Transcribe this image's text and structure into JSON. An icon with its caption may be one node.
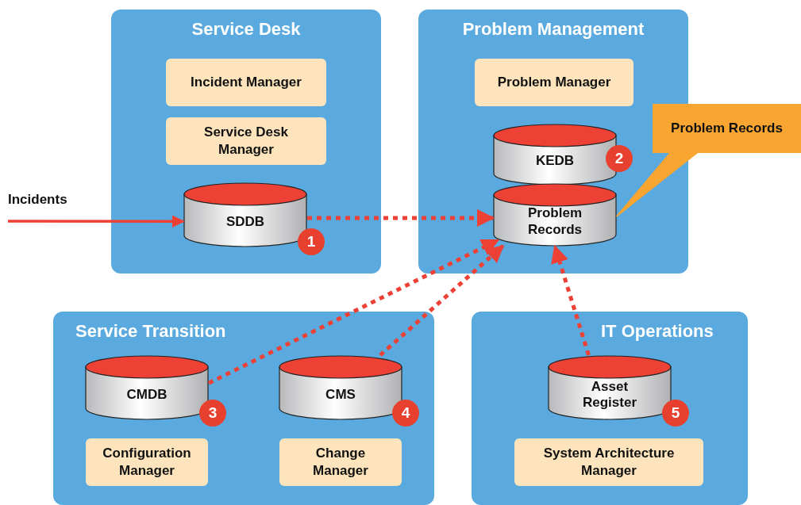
{
  "diagram": {
    "nodes": [
      {
        "text": [
          "Service Desk"
        ]
      },
      {
        "text": [
          "Incident Manager"
        ],
        "in": 0
      },
      {
        "text": [
          "Service Desk Manager"
        ],
        "in": 0
      },
      {
        "text": [
          "SDDB"
        ],
        "in": 0,
        "beside": [
          "1"
        ]
      },
      {
        "text": [
          "Incidents"
        ]
      },
      {
        "text": [
          "Problem Management"
        ]
      },
      {
        "text": [
          "Problem Manager"
        ],
        "in": 5
      },
      {
        "text": [
          "KEDB"
        ],
        "in": 5,
        "beside": [
          "2"
        ]
      },
      {
        "text": [
          "Problem Records"
        ],
        "in": 5
      },
      {
        "text": [
          "Problem Records"
        ]
      },
      {
        "text": [
          "Service Transition"
        ]
      },
      {
        "text": [
          "CMDB"
        ],
        "in": 10,
        "beside": [
          "3"
        ]
      },
      {
        "text": [
          "CMS"
        ],
        "in": 10,
        "beside": [
          "4"
        ]
      },
      {
        "text": [
          "Configuration Manager"
        ],
        "in": 10
      },
      {
        "text": [
          "Change Manager"
        ],
        "in": 10
      },
      {
        "text": [
          "IT Operations"
        ]
      },
      {
        "text": [
          "Asset Register"
        ],
        "in": 15,
        "beside": [
          "5"
        ]
      },
      {
        "text": [
          "System Architecture Manager"
        ],
        "in": 15
      }
    ],
    "edges": [
      {
        "from": 4,
        "to": 3,
        "arrow": "to"
      },
      {
        "from": 3,
        "to": 8,
        "arrow": "to",
        "style": "dashed"
      },
      {
        "from": 11,
        "to": 8,
        "arrow": "to",
        "style": "dashed"
      },
      {
        "from": 12,
        "to": 8,
        "arrow": "to",
        "style": "dashed"
      },
      {
        "from": 16,
        "to": 8,
        "arrow": "to",
        "style": "dashed"
      },
      {
        "from": 9,
        "to": 8,
        "arrow": "none",
        "color": "#f8a531"
      }
    ]
  }
}
